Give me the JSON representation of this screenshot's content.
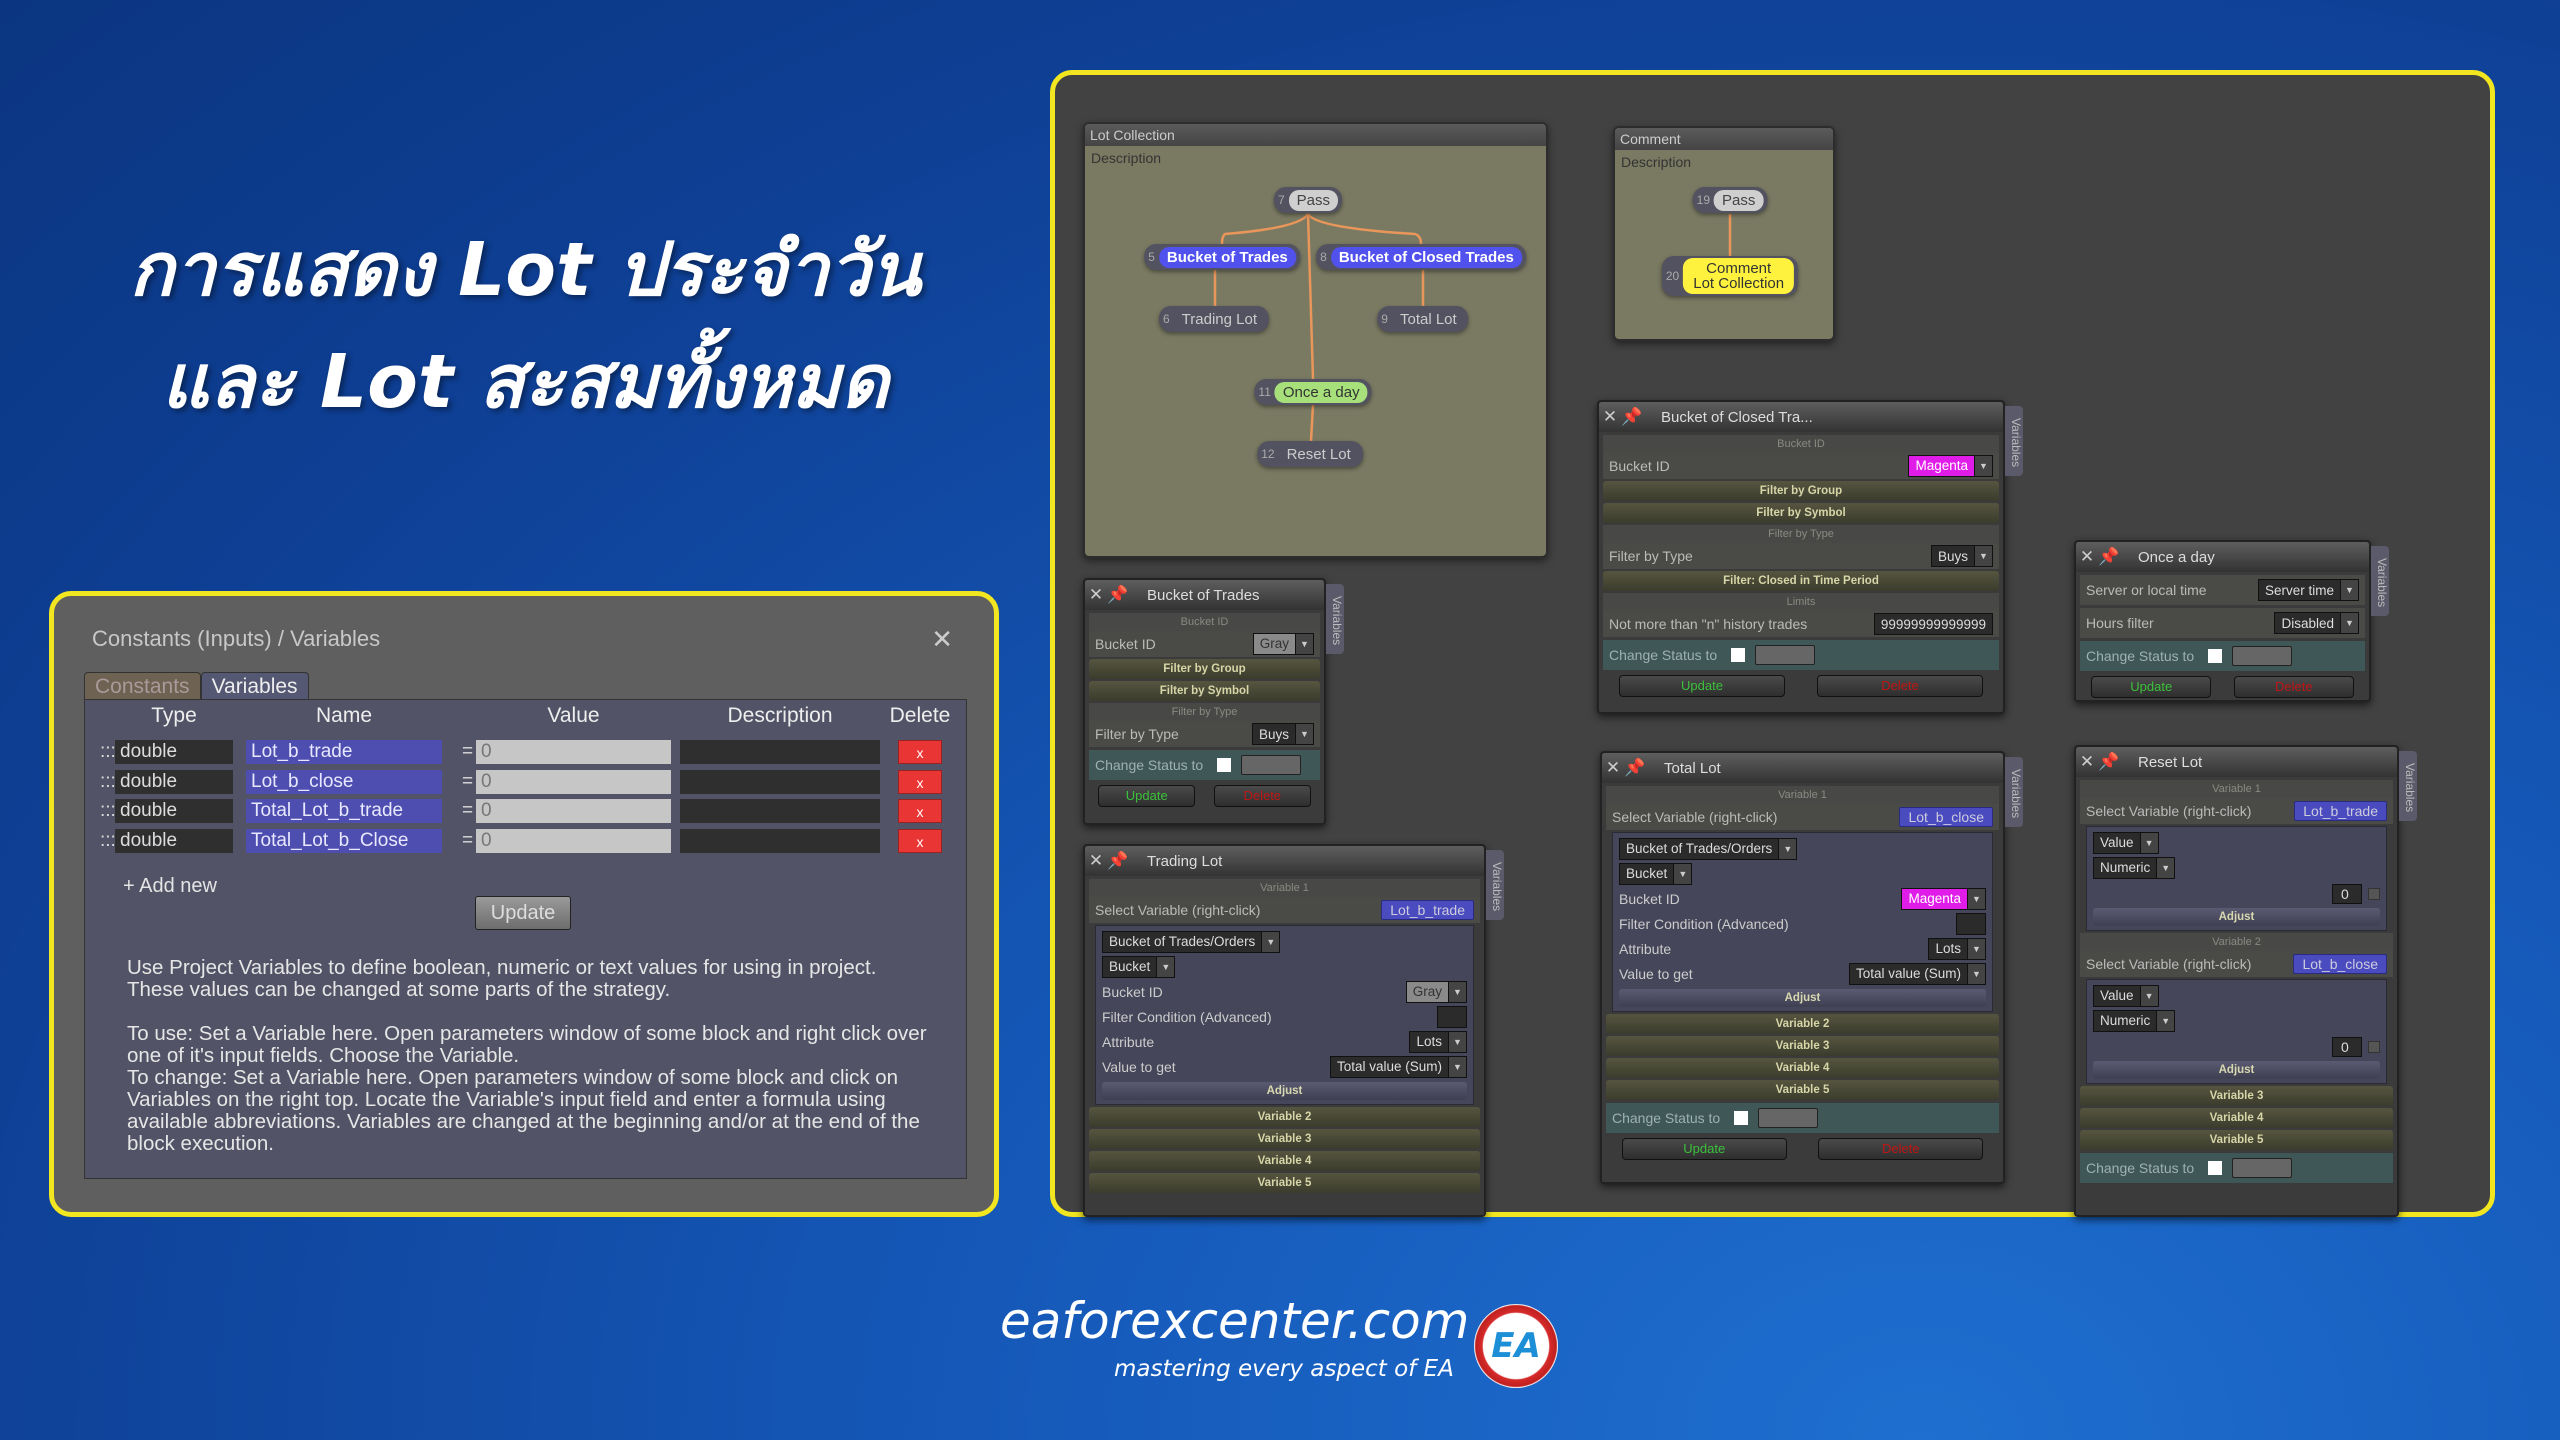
{
  "headline": {
    "line1": "การแสดง Lot ประจำวัน",
    "line2": "และ Lot สะสมทั้งหมด"
  },
  "dialog": {
    "title": "Constants (Inputs) / Variables",
    "close": "✕",
    "tabs": [
      "Constants",
      "Variables"
    ],
    "columns": [
      "Type",
      "Name",
      "Value",
      "Description",
      "Delete"
    ],
    "rows": [
      {
        "type": "double",
        "name": "Lot_b_trade",
        "value": "0",
        "description": "",
        "delete": "x"
      },
      {
        "type": "double",
        "name": "Lot_b_close",
        "value": "0",
        "description": "",
        "delete": "x"
      },
      {
        "type": "double",
        "name": "Total_Lot_b_trade",
        "value": "0",
        "description": "",
        "delete": "x"
      },
      {
        "type": "double",
        "name": "Total_Lot_b_Close",
        "value": "0",
        "description": "",
        "delete": "x"
      }
    ],
    "drag": ":::",
    "eq": "=",
    "add_new": "+ Add new",
    "update": "Update",
    "help": [
      "Use Project Variables to define boolean, numeric or text values for using in project. These values can be changed at some parts of the strategy.",
      "To use: Set a Variable here. Open parameters window of some block and right click over one of it's input fields. Choose the Variable.",
      "To change: Set a Variable here. Open parameters window of some block and click on Variables on the right top. Locate the Variable's input field and enter a formula using available abbreviations. Variables are changed at the beginning and/or at the end of the block execution."
    ]
  },
  "groups": {
    "lot": {
      "title": "Lot Collection",
      "desc": "Description",
      "nodes": [
        {
          "n": "7",
          "label": "Pass"
        },
        {
          "n": "5",
          "label": "Bucket of Trades"
        },
        {
          "n": "8",
          "label": "Bucket of Closed Trades"
        },
        {
          "n": "6",
          "label": "Trading Lot"
        },
        {
          "n": "9",
          "label": "Total Lot"
        },
        {
          "n": "11",
          "label": "Once a day"
        },
        {
          "n": "12",
          "label": "Reset Lot"
        }
      ]
    },
    "comment": {
      "title": "Comment",
      "desc": "Description",
      "nodes": [
        {
          "n": "19",
          "label": "Pass"
        },
        {
          "n": "20",
          "label1": "Comment",
          "label2": "Lot Collection"
        }
      ]
    }
  },
  "common": {
    "close": "✕",
    "pin": "📌",
    "variables_tab": "Variables",
    "update": "Update",
    "delete": "Delete",
    "change_status": "Change Status to",
    "arrow": "▼",
    "adjust": "Adjust",
    "select_var": "Select Variable (right-click)",
    "source": "Bucket of Trades/Orders",
    "bucket": "Bucket",
    "bucket_id": "Bucket ID",
    "filter_cond": "Filter Condition (Advanced)",
    "attribute": "Attribute",
    "value_to_get": "Value to get",
    "lots": "Lots",
    "sum": "Total value (Sum)",
    "value": "Value",
    "numeric": "Numeric",
    "zero": "0"
  },
  "closed": {
    "title": "Bucket of Closed Tra...",
    "s_bucket": "Bucket ID",
    "bucket_label": "Bucket ID",
    "bucket_val": "Magenta",
    "fgroup": "Filter by Group",
    "fsymbol": "Filter by Symbol",
    "s_type": "Filter by Type",
    "type_label": "Filter by Type",
    "type_val": "Buys",
    "fclosed": "Filter: Closed in Time Period",
    "s_limits": "Limits",
    "limit_label": "Not more than \"n\" history trades",
    "limit_val": "99999999999999"
  },
  "onceday": {
    "title": "Once a day",
    "time_label": "Server or local time",
    "time_val": "Server time",
    "hours_label": "Hours filter",
    "hours_val": "Disabled"
  },
  "trades": {
    "title": "Bucket of Trades",
    "s_bucket": "Bucket ID",
    "bucket_label": "Bucket ID",
    "bucket_val": "Gray",
    "fgroup": "Filter by Group",
    "fsymbol": "Filter by Symbol",
    "s_type": "Filter by Type",
    "type_label": "Filter by Type",
    "type_val": "Buys"
  },
  "tradinglot": {
    "title": "Trading Lot",
    "v1": "Variable 1",
    "var": "Lot_b_trade",
    "bucket_val": "Gray",
    "more": [
      "Variable 2",
      "Variable 3",
      "Variable 4",
      "Variable 5"
    ]
  },
  "totallot": {
    "title": "Total Lot",
    "v1": "Variable 1",
    "var": "Lot_b_close",
    "bucket_val": "Magenta",
    "more": [
      "Variable 2",
      "Variable 3",
      "Variable 4",
      "Variable 5"
    ]
  },
  "resetlot": {
    "title": "Reset Lot",
    "v1": "Variable 1",
    "var1": "Lot_b_trade",
    "v2": "Variable 2",
    "var2": "Lot_b_close",
    "more": [
      "Variable 3",
      "Variable 4",
      "Variable 5"
    ]
  },
  "logo": {
    "site": "eaforexcenter.com",
    "tagline": "mastering every aspect of EA",
    "mark": "EA"
  },
  "colors": {
    "accent_frame": "#f1e61f",
    "magenta": "#e01ce8",
    "node_blue": "#5151ee",
    "update_green": "#3bc13b",
    "delete_red": "#c01616"
  }
}
